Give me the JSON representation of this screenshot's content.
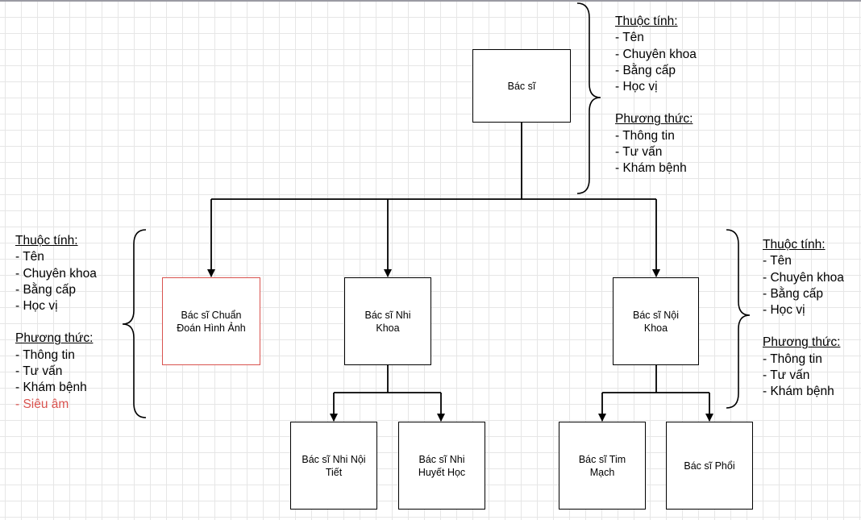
{
  "colors": {
    "accent": "#d9534f",
    "line": "#000000",
    "grid": "#e6e6e6"
  },
  "nodes": {
    "root": "Bác sĩ",
    "imaging": "Bác sĩ Chuẩn Đoán Hình Ảnh",
    "pediatrics": "Bác sĩ Nhi Khoa",
    "internal": "Bác sĩ Nội Khoa",
    "ped_endocrine": "Bác sĩ Nhi Nội Tiết",
    "ped_hematology": "Bác sĩ Nhi Huyết Học",
    "cardiology": "Bác sĩ Tim Mạch",
    "pulmonology": "Bác sĩ Phổi"
  },
  "notes": {
    "top": {
      "attributes_heading": "Thuộc tính:",
      "attributes": [
        "- Tên",
        "- Chuyên khoa",
        "- Bằng cấp",
        "- Học vị"
      ],
      "methods_heading": "Phương thức:",
      "methods": [
        "- Thông tin",
        "- Tư vấn",
        "- Khám bệnh"
      ]
    },
    "left": {
      "attributes_heading": "Thuộc tính:",
      "attributes": [
        "- Tên",
        "- Chuyên khoa",
        "- Bằng cấp",
        "- Học vị"
      ],
      "methods_heading": "Phương thức:",
      "methods": [
        "- Thông tin",
        "- Tư vấn",
        "- Khám bệnh"
      ],
      "extra_method": "- Siêu âm"
    },
    "right": {
      "attributes_heading": "Thuộc tính:",
      "attributes": [
        "- Tên",
        "- Chuyên khoa",
        "- Bằng cấp",
        "- Học vị"
      ],
      "methods_heading": "Phương thức:",
      "methods": [
        "- Thông tin",
        "- Tư vấn",
        "- Khám bệnh"
      ]
    }
  }
}
